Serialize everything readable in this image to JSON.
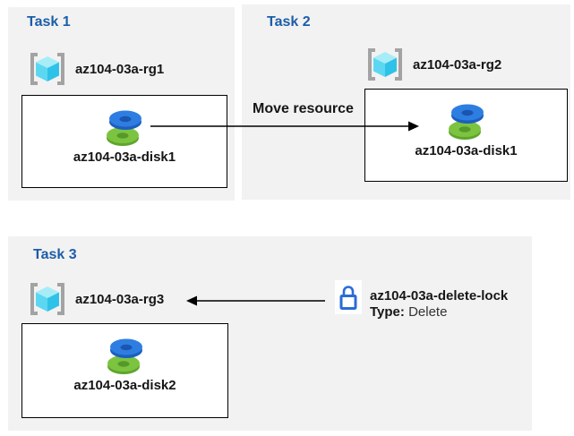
{
  "task1": {
    "title": "Task 1",
    "rg_label": "az104-03a-rg1",
    "disk_label": "az104-03a-disk1"
  },
  "task2": {
    "title": "Task 2",
    "rg_label": "az104-03a-rg2",
    "disk_label": "az104-03a-disk1"
  },
  "task3": {
    "title": "Task 3",
    "rg_label": "az104-03a-rg3",
    "disk_label": "az104-03a-disk2"
  },
  "arrows": {
    "move_label": "Move resource"
  },
  "lock": {
    "name": "az104-03a-delete-lock",
    "type_label": "Type:",
    "type_value": " Delete"
  },
  "colors": {
    "panel_bg": "#f2f2f2",
    "title_blue": "#1d5da8",
    "arrow_black": "#000000",
    "lock_blue": "#2a6bd8",
    "disk_blue_top": "#2e7ee2",
    "disk_blue_side": "#1b5fc0",
    "disk_green_top": "#7cc440",
    "disk_green_side": "#5fa52c",
    "cube_top": "#a6edf8",
    "cube_left": "#5cd7f1",
    "cube_right": "#2fc2e8",
    "bracket_gray": "#a3a3a3"
  },
  "icons": {
    "resource_group": "resource-group-icon",
    "disk": "disk-icon",
    "lock": "lock-icon",
    "arrow_right": "arrow-right-icon",
    "arrow_left": "arrow-left-icon"
  }
}
